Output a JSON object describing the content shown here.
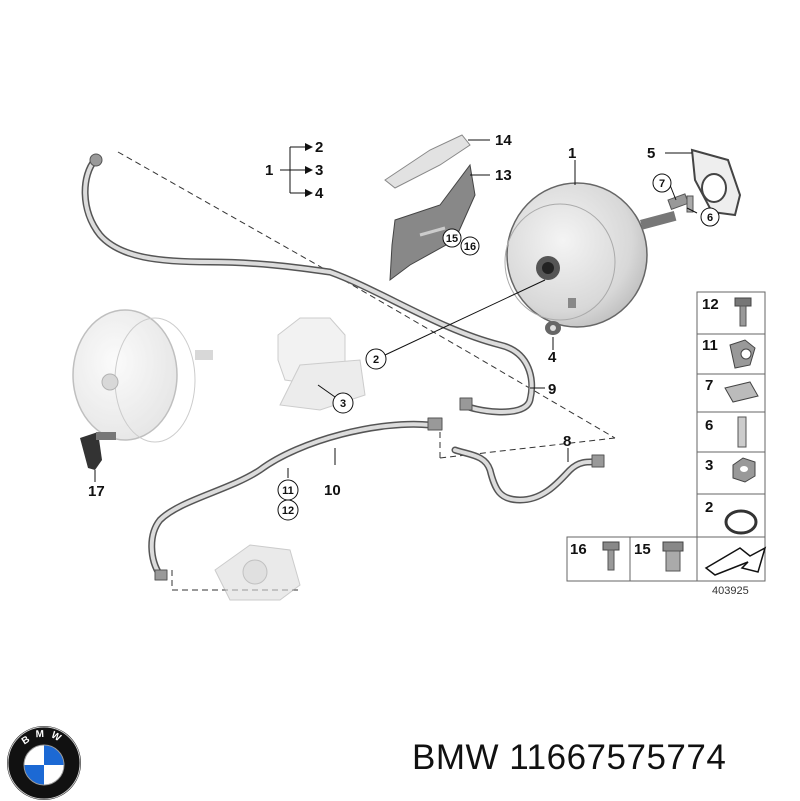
{
  "labels": {
    "booster": "1",
    "gasket": "2",
    "nut": "3",
    "seal": "4",
    "plate_gasket": "5",
    "pin": "6",
    "clip_a": "7",
    "hose_8": "8",
    "hose_9": "9",
    "line_10": "10",
    "clamp_11": "11",
    "bolt_12": "12",
    "bracket_13": "13",
    "cover_14": "14",
    "rivet_15": "15",
    "screw_16": "16",
    "sensor_17": "17"
  },
  "group_labels": {
    "root": "1",
    "items": [
      "2",
      "3",
      "4"
    ]
  },
  "legend_items": [
    "12",
    "11",
    "7",
    "6",
    "3",
    "2"
  ],
  "bottom_items": [
    "16",
    "15"
  ],
  "reference_number": "403925",
  "footer": {
    "brand": "BMW",
    "part_number": "11667575774"
  },
  "logo": {
    "letters": "BMW",
    "colors": {
      "blue": "#1c69d4",
      "white": "#ffffff",
      "ring": "#111111"
    }
  }
}
